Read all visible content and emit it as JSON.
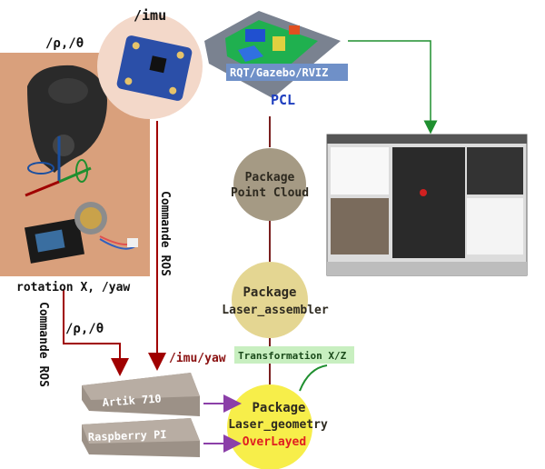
{
  "labels": {
    "imu": "/imu",
    "rho_theta_top": "/ρ,/θ",
    "rqt_gazebo_rviz": "RQT/Gazebo/RVIZ",
    "pcl": "PCL",
    "commande_ros_right": "Commande ROS",
    "commande_ros_left": "Commande ROS",
    "rotation": "rotation X, /yaw",
    "rho_theta_bottom": "/ρ,/θ",
    "imu_yaw": "/imu/yaw",
    "transformation": "Transformation X/Z"
  },
  "packages": {
    "point_cloud": {
      "title": "Package",
      "name": "Point Cloud"
    },
    "laser_assembler": {
      "title": "Package",
      "name": "Laser_assembler"
    },
    "laser_geometry": {
      "title": "Package",
      "name": "Laser_geometry",
      "extra": "OverLayed"
    }
  },
  "boards": {
    "artik": "Artik 710",
    "raspberry": "Raspberry PI"
  },
  "colors": {
    "imu_circle": "#f3d8c9",
    "sensor_panel": "#d9a07c",
    "point_cloud_circle": "#a59a84",
    "laser_assembler_circle": "#e4d692",
    "laser_geometry_circle": "#f7ee4a",
    "dark_red_line": "#7a1f1f",
    "red_arrow": "#a00000",
    "green_arrow": "#1f8f2f",
    "purple_arrow": "#8b3fa8",
    "overlayed_text": "#e02020",
    "label_box_blue": "#6f90c8",
    "label_box_green": "#c8efc0"
  }
}
